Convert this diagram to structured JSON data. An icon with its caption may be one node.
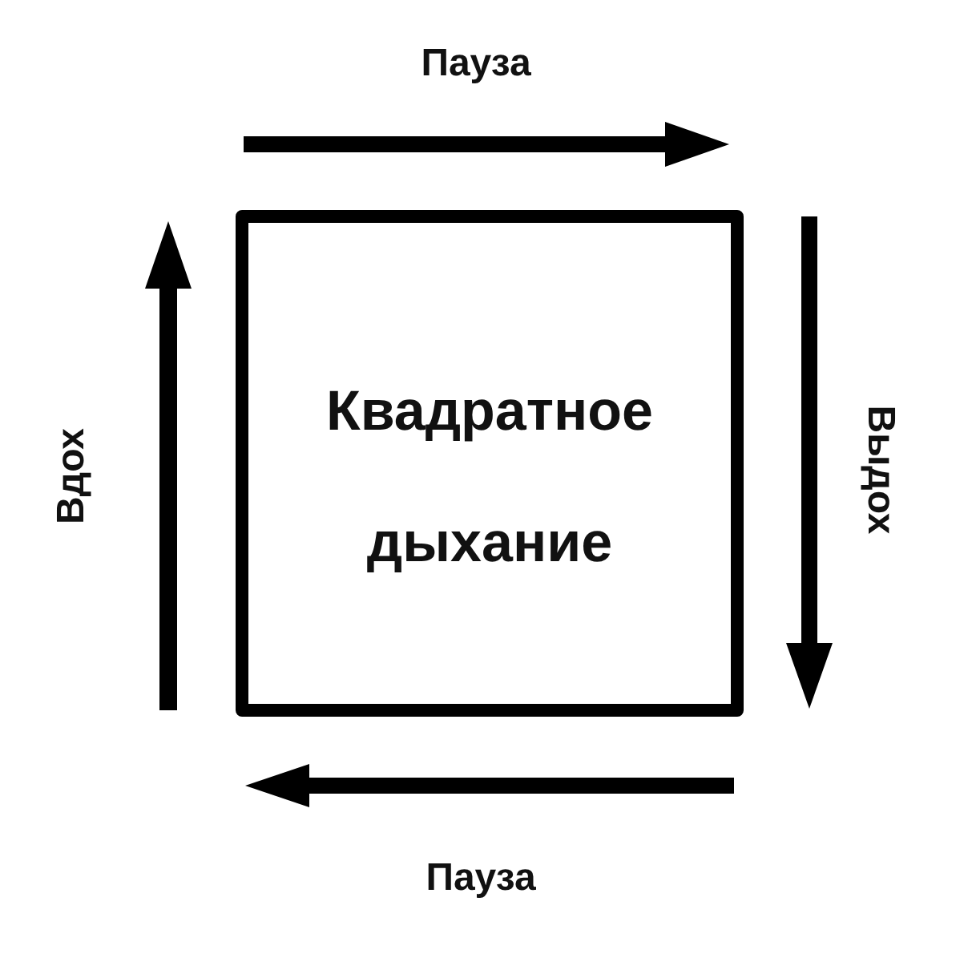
{
  "diagram": {
    "nodes": [
      {
        "text": [
          "Квадратное дыхание"
        ]
      }
    ],
    "labels": [
      "Пауза",
      "Вдох",
      "Выдох",
      "Пауза"
    ]
  }
}
